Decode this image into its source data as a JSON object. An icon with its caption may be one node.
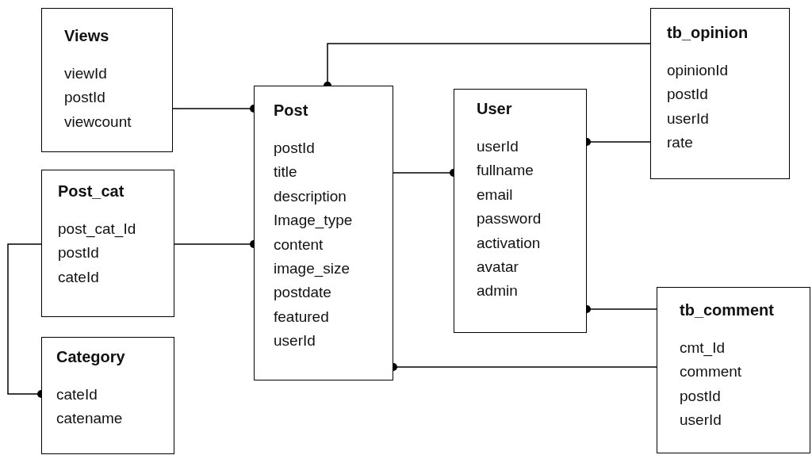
{
  "diagram": {
    "nodes": [
      {
        "text": [
          "Views",
          "viewId",
          "postId",
          "viewcount"
        ]
      },
      {
        "text": [
          "Post_cat",
          "post_cat_Id",
          "postId",
          "cateId"
        ]
      },
      {
        "text": [
          "Category",
          "cateId",
          "catename"
        ]
      },
      {
        "text": [
          "Post",
          "postId",
          "title",
          "description",
          "Image_type",
          "content",
          "image_size",
          "postdate",
          "featured",
          "userId"
        ]
      },
      {
        "text": [
          "User",
          "userId",
          "fullname",
          "email",
          "password",
          "activation",
          "avatar",
          "admin"
        ]
      },
      {
        "text": [
          "tb_opinion",
          "opinionId",
          "postId",
          "userId",
          "rate"
        ]
      },
      {
        "text": [
          "tb_comment",
          "cmt_Id",
          "comment",
          "postId",
          "userId"
        ]
      }
    ],
    "edges": [
      {
        "from": 0,
        "to": 3,
        "arrow": "other"
      },
      {
        "from": 1,
        "to": 3,
        "arrow": "other"
      },
      {
        "from": 1,
        "to": 2,
        "arrow": "other"
      },
      {
        "from": 5,
        "to": 3,
        "arrow": "other"
      },
      {
        "from": 3,
        "to": 4,
        "arrow": "other"
      },
      {
        "from": 5,
        "to": 4,
        "arrow": "other"
      },
      {
        "from": 6,
        "to": 4,
        "arrow": "other"
      },
      {
        "from": 6,
        "to": 3,
        "arrow": "other"
      }
    ]
  }
}
